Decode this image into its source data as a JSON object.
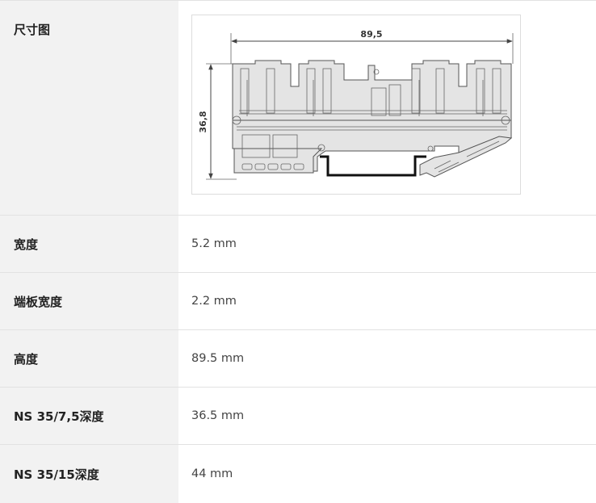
{
  "specs": {
    "drawing": {
      "label": "尺寸图",
      "icon": "terminal-block-dimension-drawing",
      "dim_width_label": "89,5",
      "dim_height_label": "36,8"
    },
    "rows": [
      {
        "label": "宽度",
        "value": "5.2 mm"
      },
      {
        "label": "端板宽度",
        "value": "2.2 mm"
      },
      {
        "label": "高度",
        "value": "89.5 mm"
      },
      {
        "label": "NS 35/7,5深度",
        "value": "36.5 mm"
      },
      {
        "label": "NS 35/15深度",
        "value": "44 mm"
      }
    ]
  },
  "colors": {
    "label_bg": "#f2f2f2",
    "border": "#e2e2e2",
    "drawing_fill": "#e4e4e4",
    "drawing_stroke": "#555555"
  }
}
